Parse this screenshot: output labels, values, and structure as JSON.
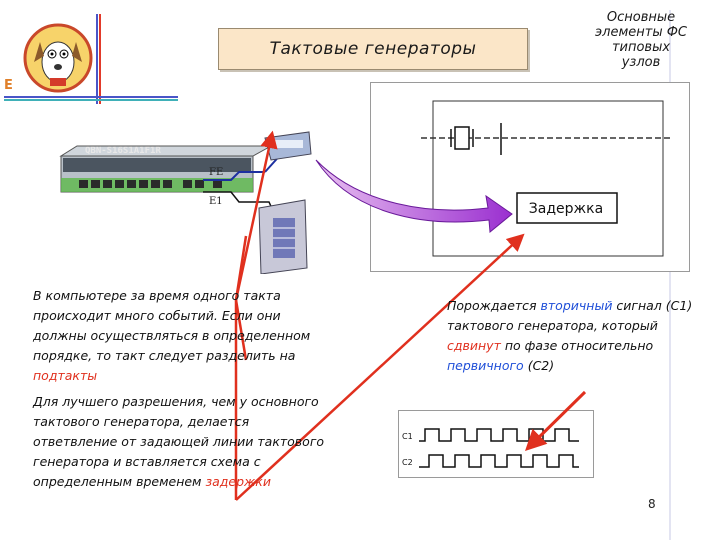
{
  "slide": {
    "title": "Тактовые генераторы",
    "header_right": [
      "Основные",
      "элементы ФС",
      "типовых",
      "узлов"
    ],
    "logo_letter": "Е",
    "device": {
      "model": "QBN-S16S1A1F1R",
      "port_label_1": "FE",
      "port_label_2": "E1"
    },
    "delay_label": "Задержка",
    "left_text_1": {
      "prefix": "В компьютере за время одного такта происходит много событий. Если они должны осуществляться в определенном порядке, то такт следует разделить на ",
      "highlight": "подтакты"
    },
    "left_text_2": {
      "prefix": "Для лучшего разрешения, чем у основного тактового генератора, делается ответвление от задающей линии тактового генератора и вставляется схема с определенным временем ",
      "highlight": "задержки"
    },
    "right_text": {
      "part1": "Порождается ",
      "hl1": "вторичный",
      "part2": " сигнал (С1) тактового генератора, который ",
      "hl2": "сдвинут",
      "part3": " по фазе относительно ",
      "hl3": "первичного",
      "part4": " (С2)"
    },
    "signal_labels": [
      "C1",
      "C2"
    ],
    "page_number": "8",
    "colors": {
      "title_bg": "#fbe6c8",
      "accent_red": "#e0301e",
      "accent_blue": "#1f4fd8",
      "arrow_purple": "#9a2fd0"
    }
  }
}
